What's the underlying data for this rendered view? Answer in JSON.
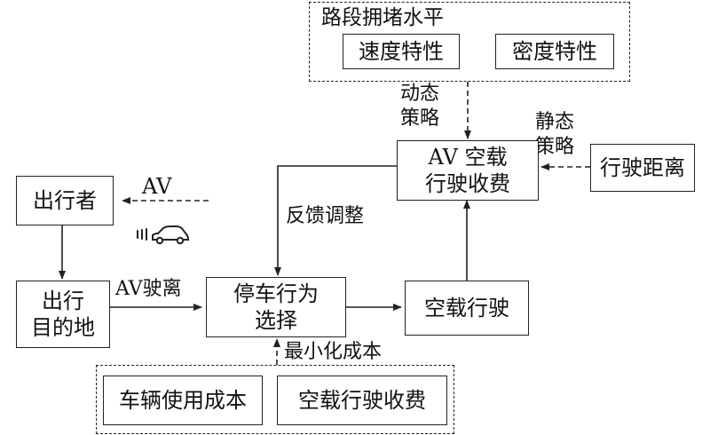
{
  "nodes": {
    "congestion_title": "路段拥堵水平",
    "speed": "速度特性",
    "density": "密度特性",
    "av_fee": [
      "AV 空载",
      "行驶收费"
    ],
    "distance": "行驶距离",
    "traveler": "出行者",
    "destination": [
      "出行",
      "目的地"
    ],
    "parking": [
      "停车行为",
      "选择"
    ],
    "empty_drive": "空载行驶",
    "vehicle_cost": "车辆使用成本",
    "empty_fee": "空载行驶收费"
  },
  "labels": {
    "dynamic": [
      "动态",
      "策略"
    ],
    "static": [
      "静态",
      "策略"
    ],
    "av_arrow": "AV",
    "feedback": "反馈调整",
    "av_leave": "AV驶离",
    "min_cost": "最小化成本"
  },
  "icons": {
    "car": "autonomous-car-icon"
  },
  "colors": {
    "stroke": "#222222",
    "background": "#ffffff"
  }
}
